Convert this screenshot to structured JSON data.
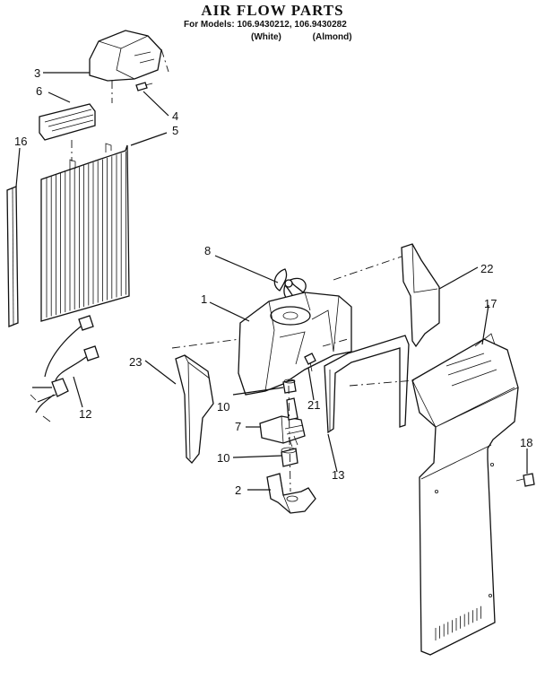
{
  "header": {
    "title": "AIR FLOW PARTS",
    "models_line": "For Models: 106.9430212, 106.9430282",
    "color_white": "(White)",
    "color_almond": "(Almond)"
  },
  "callouts": {
    "c1": "1",
    "c2": "2",
    "c3": "3",
    "c4": "4",
    "c5": "5",
    "c6": "6",
    "c7": "7",
    "c8": "8",
    "c10a": "10",
    "c10b": "10",
    "c12": "12",
    "c13": "13",
    "c16": "16",
    "c17": "17",
    "c18": "18",
    "c21": "21",
    "c22": "22",
    "c23": "23"
  }
}
